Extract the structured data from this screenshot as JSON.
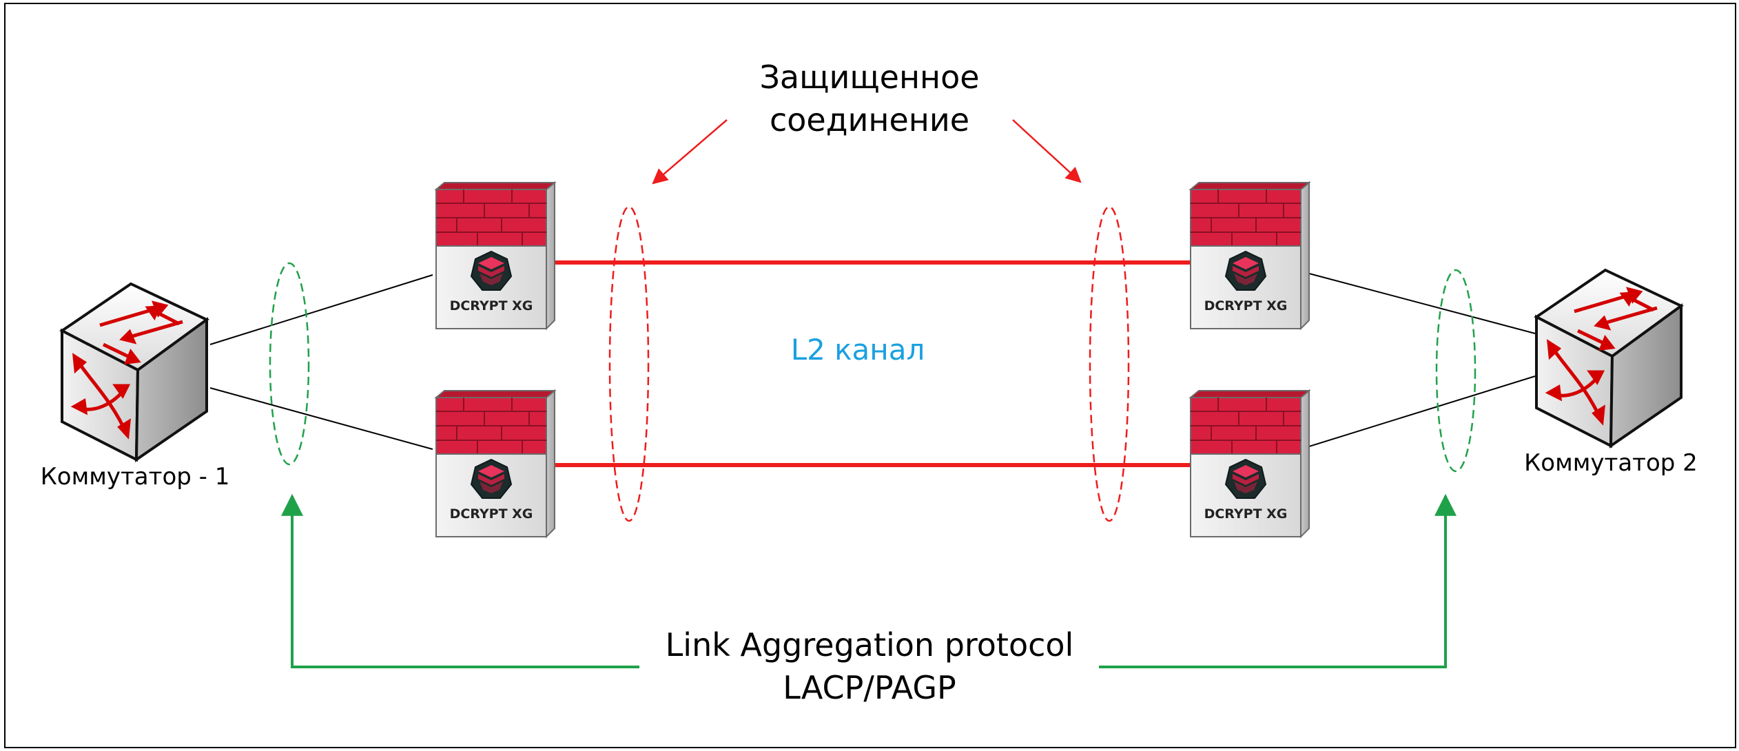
{
  "labels": {
    "secure_line1": "Защищенное",
    "secure_line2": "соединение",
    "l2_channel": "L2 канал",
    "lacp_line1": "Link Aggregation protocol",
    "lacp_line2": "LACP/PAGP",
    "switch1": "Коммутатор - 1",
    "switch2": "Коммутатор 2"
  },
  "devices": {
    "firewall_label": "DCRYPT XG"
  },
  "colors": {
    "secure_link": "#ee1c1c",
    "lag_group": "#1fa14a",
    "l2_text": "#1aa0e0",
    "brick": "#d81f3f",
    "brick_dark": "#a0142c"
  },
  "icons": {
    "switch": "network-switch-icon",
    "firewall": "firewall-appliance-icon"
  }
}
